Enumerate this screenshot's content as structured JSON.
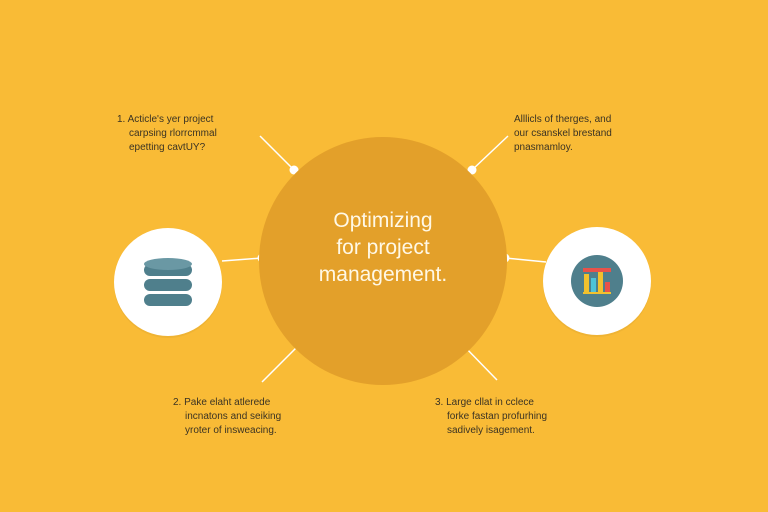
{
  "center": {
    "lines": [
      "Optimizing",
      "for project",
      "management."
    ]
  },
  "notes": {
    "top_left": {
      "number": "1.",
      "lines": [
        "Acticle's yer project",
        "carpsing rlorrcmmal",
        "epetting cavtUY?"
      ]
    },
    "top_right": {
      "lines": [
        "Alllicls of therges, and",
        "our csanskel brestand",
        "pnasmamloy."
      ]
    },
    "bottom_left": {
      "number": "2.",
      "lines": [
        "Pake elaht atlerede",
        "incnatons and seiking",
        "yroter of insweacing."
      ]
    },
    "bottom_right": {
      "number": "3.",
      "lines": [
        "Large cllat in cclece",
        "forke fastan profurhing",
        "sadively isagement."
      ]
    }
  },
  "icons": {
    "left": "database-icon",
    "right": "bar-chart-icon"
  },
  "colors": {
    "background": "#f9bb36",
    "center_circle": "#e3a02a",
    "connector": "#ffffff",
    "icon_primary": "#4f7f8c"
  }
}
